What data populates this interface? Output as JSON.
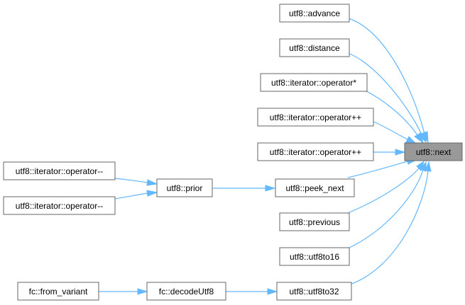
{
  "nodes": {
    "next": "utf8::next",
    "advance": "utf8::advance",
    "distance": "utf8::distance",
    "iter_star": "utf8::iterator::operator*",
    "iter_pp1": "utf8::iterator::operator++",
    "iter_pp2": "utf8::iterator::operator++",
    "peek_next": "utf8::peek_next",
    "prior": "utf8::prior",
    "iter_mm1": "utf8::iterator::operator--",
    "iter_mm2": "utf8::iterator::operator--",
    "previous": "utf8::previous",
    "utf8to16": "utf8::utf8to16",
    "utf8to32": "utf8::utf8to32",
    "decodeUtf8": "fc::decodeUtf8",
    "from_variant": "fc::from_variant"
  },
  "edges": [
    [
      "advance",
      "next"
    ],
    [
      "distance",
      "next"
    ],
    [
      "iter_star",
      "next"
    ],
    [
      "iter_pp1",
      "next"
    ],
    [
      "iter_pp2",
      "next"
    ],
    [
      "peek_next",
      "next"
    ],
    [
      "previous",
      "next"
    ],
    [
      "utf8to16",
      "next"
    ],
    [
      "utf8to32",
      "next"
    ],
    [
      "prior",
      "peek_next"
    ],
    [
      "iter_mm1",
      "prior"
    ],
    [
      "iter_mm2",
      "prior"
    ],
    [
      "decodeUtf8",
      "utf8to32"
    ],
    [
      "from_variant",
      "decodeUtf8"
    ]
  ],
  "colors": {
    "edge": "#63b8ff",
    "focus_fill": "#999999",
    "node_border": "#666666"
  }
}
